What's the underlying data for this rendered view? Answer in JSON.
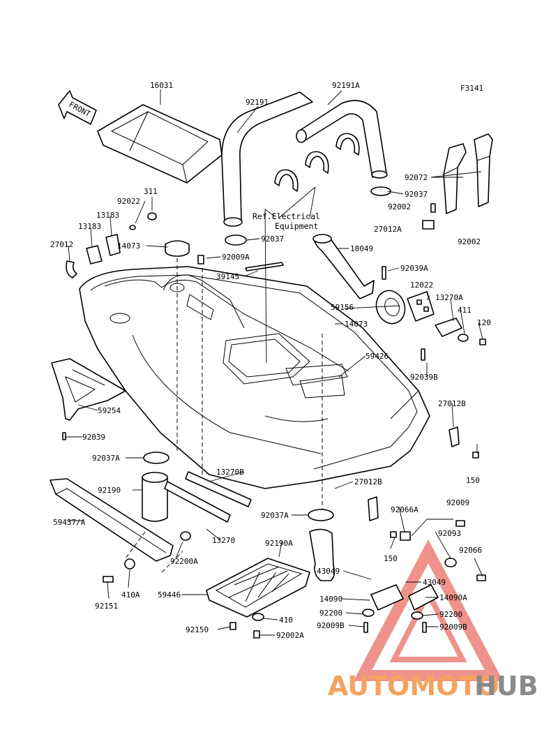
{
  "figure_code": "F3141",
  "front_arrow_label": "FRONT",
  "reference_note": [
    "Ref.Electrical",
    "Equipment"
  ],
  "part_labels": [
    "16031",
    "92191",
    "92191A",
    "92072",
    "92037",
    "92002",
    "27012A",
    "92002",
    "311",
    "92022",
    "13183",
    "13183",
    "27012",
    "14073",
    "92037",
    "92009A",
    "18049",
    "39145",
    "92039A",
    "12022",
    "13270A",
    "411",
    "120",
    "59156",
    "14073",
    "59426",
    "92039B",
    "59254",
    "92039",
    "27012B",
    "92037A",
    "13270B",
    "150",
    "27012B",
    "92190",
    "92037A",
    "92066A",
    "92009",
    "59437/A",
    "13270",
    "92093",
    "92066",
    "92200A",
    "92190A",
    "150",
    "43049",
    "43049",
    "410A",
    "59446",
    "14090",
    "14090A",
    "92151",
    "92200",
    "92200",
    "92009B",
    "92009B",
    "92150",
    "410",
    "92002A"
  ],
  "watermark": {
    "part1": "AUTOMOTO",
    "part2": "HUB",
    "color_primary": "#f4a35f",
    "color_secondary": "#8a8a8a",
    "triangle_color": "#e23a2e"
  }
}
